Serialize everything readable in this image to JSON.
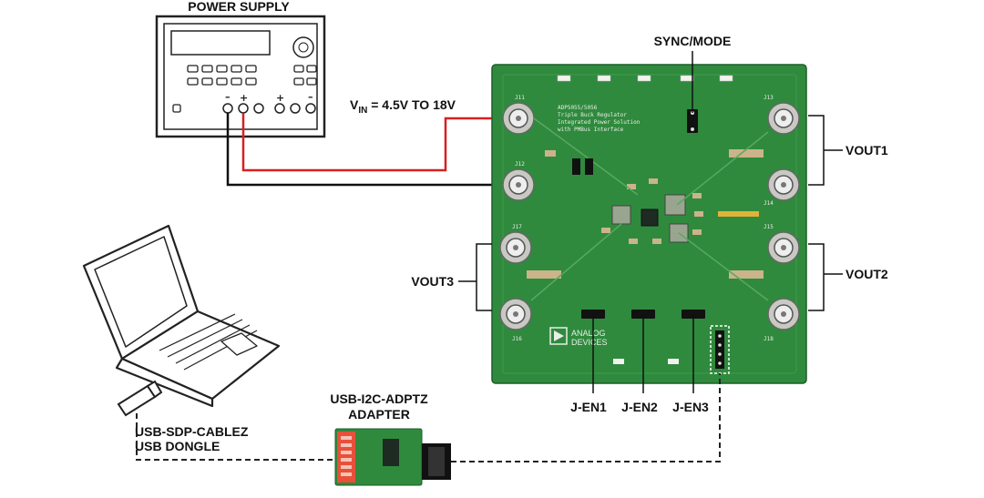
{
  "labels": {
    "power_supply": "POWER SUPPLY",
    "sync_mode": "SYNC/MODE",
    "vin_prefix": "V",
    "vin_sub": "IN",
    "vin_range": " = 4.5V TO 18V",
    "vout1": "VOUT1",
    "vout2": "VOUT2",
    "vout3": "VOUT3",
    "j_en1": "J-EN1",
    "j_en2": "J-EN2",
    "j_en3": "J-EN3",
    "adapter_line1": "USB-I2C-ADPTZ",
    "adapter_line2": "ADAPTER",
    "dongle_line1": "USB-SDP-CABLEZ",
    "dongle_line2": "USB DONGLE"
  },
  "board": {
    "part_text_1": "ADP5055/5056",
    "part_text_2": "Triple Buck Regulator",
    "part_text_3": "Integrated Power Solution",
    "part_text_4": "with PMBus Interface",
    "connectors": [
      "J11",
      "J12",
      "J17",
      "J16",
      "J13",
      "J14",
      "J15",
      "J18"
    ],
    "logo_line1": "ANALOG",
    "logo_line2": "DEVICES"
  },
  "colors": {
    "board_green": "#2f8a3d",
    "vin_wire": "#d62020",
    "gnd_wire": "#111111",
    "adapter_red": "#e8503a"
  }
}
